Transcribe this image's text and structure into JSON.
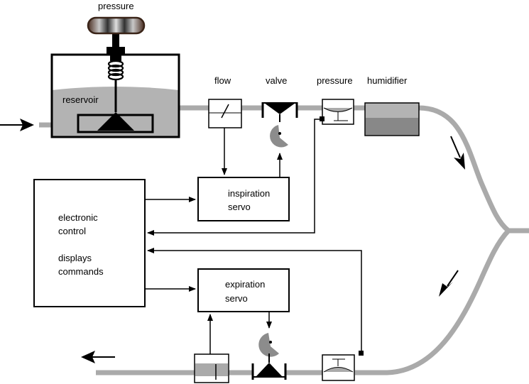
{
  "labels": {
    "top_pressure": "pressure",
    "reservoir": "reservoir",
    "flow": "flow",
    "valve": "valve",
    "pressure_mid": "pressure",
    "humidifier": "humidifier",
    "inspiration_line1": "inspiration",
    "inspiration_line2": "servo",
    "control_line1": "electronic",
    "control_line2": "control",
    "control_line3": "displays",
    "control_line4": "commands",
    "expiration_line1": "expiration",
    "expiration_line2": "servo"
  },
  "colors": {
    "tube": "#aaaaaa",
    "reservoir_fill": "#b3b3b3",
    "humidifier_water": "#888888",
    "valve_gray": "#8c8c8c",
    "knob_brown": "#5a3a2a"
  }
}
